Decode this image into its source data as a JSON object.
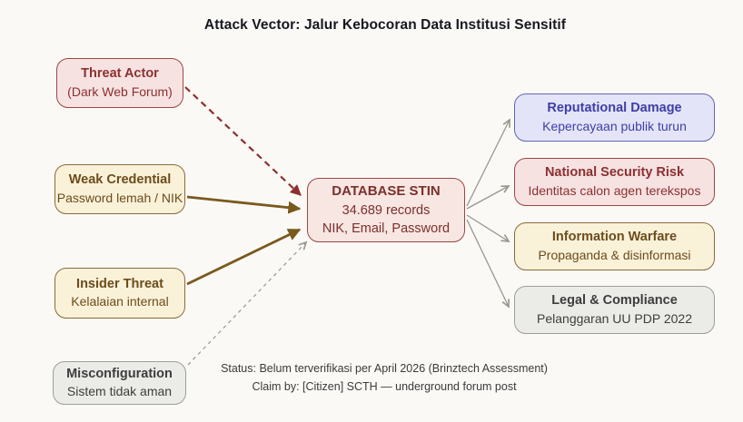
{
  "title": "Attack Vector: Jalur Kebocoran Data Institusi Sensitif",
  "nodes": {
    "threat_actor": {
      "title": "Threat Actor",
      "subtitle": "(Dark Web Forum)"
    },
    "weak_credential": {
      "title": "Weak Credential",
      "subtitle": "Password lemah / NIK"
    },
    "insider_threat": {
      "title": "Insider Threat",
      "subtitle": "Kelalaian internal"
    },
    "misconfiguration": {
      "title": "Misconfiguration",
      "subtitle": "Sistem tidak aman"
    },
    "database": {
      "title": "DATABASE STIN",
      "line2": "34.689 records",
      "line3": "NIK, Email, Password"
    },
    "reputational": {
      "title": "Reputational Damage",
      "subtitle": "Kepercayaan publik turun"
    },
    "national": {
      "title": "National Security Risk",
      "subtitle": "Identitas calon agen terekspos"
    },
    "information": {
      "title": "Information Warfare",
      "subtitle": "Propaganda & disinformasi"
    },
    "legal": {
      "title": "Legal & Compliance",
      "subtitle": "Pelanggaran UU PDP 2022"
    }
  },
  "edges": [
    {
      "from": "threat_actor",
      "to": "database",
      "style": "dashed",
      "color": "#8e3030"
    },
    {
      "from": "weak_credential",
      "to": "database",
      "style": "solid",
      "color": "#7a591d"
    },
    {
      "from": "insider_threat",
      "to": "database",
      "style": "solid",
      "color": "#7a591d"
    },
    {
      "from": "misconfiguration",
      "to": "database",
      "style": "dashed",
      "color": "#9f9f9a"
    },
    {
      "from": "database",
      "to": "reputational",
      "style": "solid",
      "color": "#98988f"
    },
    {
      "from": "database",
      "to": "national",
      "style": "solid",
      "color": "#98988f"
    },
    {
      "from": "database",
      "to": "information",
      "style": "solid",
      "color": "#98988f"
    },
    {
      "from": "database",
      "to": "legal",
      "style": "solid",
      "color": "#98988f"
    }
  ],
  "footer": {
    "status": "Status: Belum terverifikasi per April 2026 (Brinztech Assessment)",
    "claim": "Claim by: [Citizen] SCTH — underground forum post"
  },
  "colors": {
    "background": "#faf9f5",
    "red_fill": "#f7e2e2",
    "red_border": "#9c4646",
    "red_text": "#8b3030",
    "tan_fill": "#faf1d9",
    "tan_border": "#8a6b39",
    "tan_text": "#6b4c1c",
    "grey_fill": "#ebebe8",
    "grey_border": "#9d9d99",
    "grey_text": "#3d3d3d",
    "lavender_fill": "#e4e4f8",
    "lavender_border": "#6464b4",
    "lavender_text": "#3e3ea6",
    "db_fill": "#f7e6e1",
    "db_border": "#9c4646",
    "db_text": "#7c2f2f",
    "title_text": "#17171f",
    "footer_text": "#3b3b3b"
  }
}
